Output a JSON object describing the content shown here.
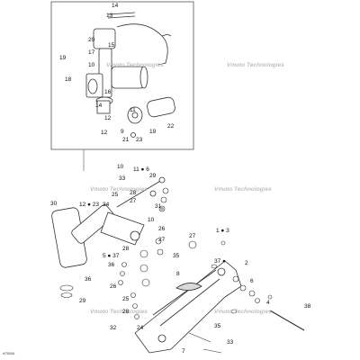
{
  "watermark_text": "Vmoto Technologies",
  "reference_code": "r07500A",
  "callouts": [
    "14",
    "13",
    "20",
    "15",
    "17",
    "19",
    "10",
    "18",
    "16",
    "14",
    "12",
    "11",
    "12",
    "9",
    "21",
    "23",
    "19",
    "22",
    "11 ● 6",
    "10",
    "29",
    "33",
    "28",
    "12 ● 23",
    "34",
    "27",
    "25",
    "31",
    "30",
    "10",
    "26",
    "27",
    "27",
    "37 ●",
    "1 ● 3",
    "2",
    "6",
    "4",
    "5 ● 37",
    "28",
    "35",
    "36",
    "26",
    "8",
    "36",
    "25",
    "28",
    "29",
    "24",
    "35",
    "32",
    "7",
    "33",
    "38",
    "37"
  ],
  "colors": {
    "line": "#333333",
    "fill": "#ffffff",
    "accent": "#d9d9d9",
    "watermark": "#bfbfbf"
  }
}
